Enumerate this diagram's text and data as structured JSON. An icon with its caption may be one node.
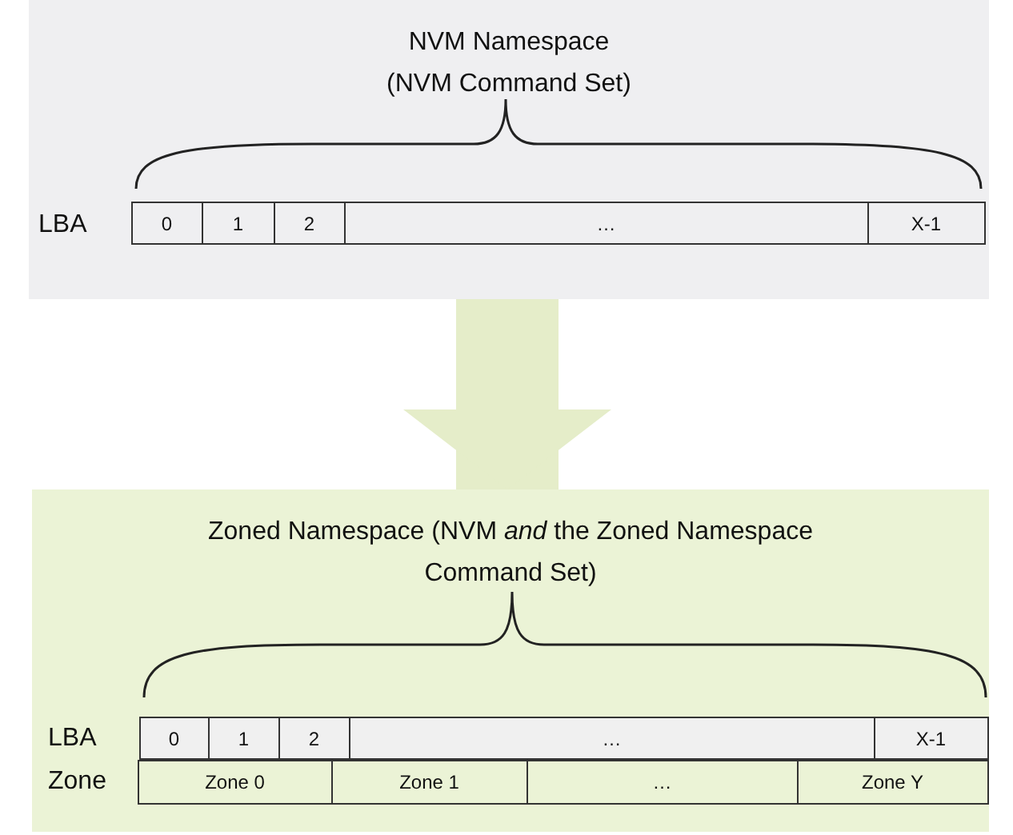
{
  "diagram": {
    "nodes": [
      {
        "text": [
          "NVM Namespace (NVM Command Set)"
        ]
      },
      {
        "text": [
          "0"
        ],
        "in": 0
      },
      {
        "text": [
          "1"
        ],
        "in": 0
      },
      {
        "text": [
          "2"
        ],
        "in": 0
      },
      {
        "text": [
          "…"
        ],
        "in": 0
      },
      {
        "text": [
          "X-1"
        ],
        "in": 0
      },
      {
        "text": [
          "Zoned Namespace (NVM *and* the Zoned Namespace Command Set)"
        ]
      },
      {
        "text": [
          "0"
        ],
        "in": 6
      },
      {
        "text": [
          "1"
        ],
        "in": 6
      },
      {
        "text": [
          "2"
        ],
        "in": 6
      },
      {
        "text": [
          "…"
        ],
        "in": 6
      },
      {
        "text": [
          "X-1"
        ],
        "in": 6
      },
      {
        "text": [
          "Zone 0"
        ],
        "in": 6
      },
      {
        "text": [
          "Zone 1"
        ],
        "in": 6
      },
      {
        "text": [
          "…"
        ],
        "in": 6
      },
      {
        "text": [
          "Zone Y"
        ],
        "in": 6
      }
    ],
    "edges": [
      {
        "from": 0,
        "to": 6,
        "arrow": "to",
        "color": "#e5edc9"
      }
    ],
    "labels": [
      "LBA",
      "LBA",
      "Zone"
    ]
  }
}
